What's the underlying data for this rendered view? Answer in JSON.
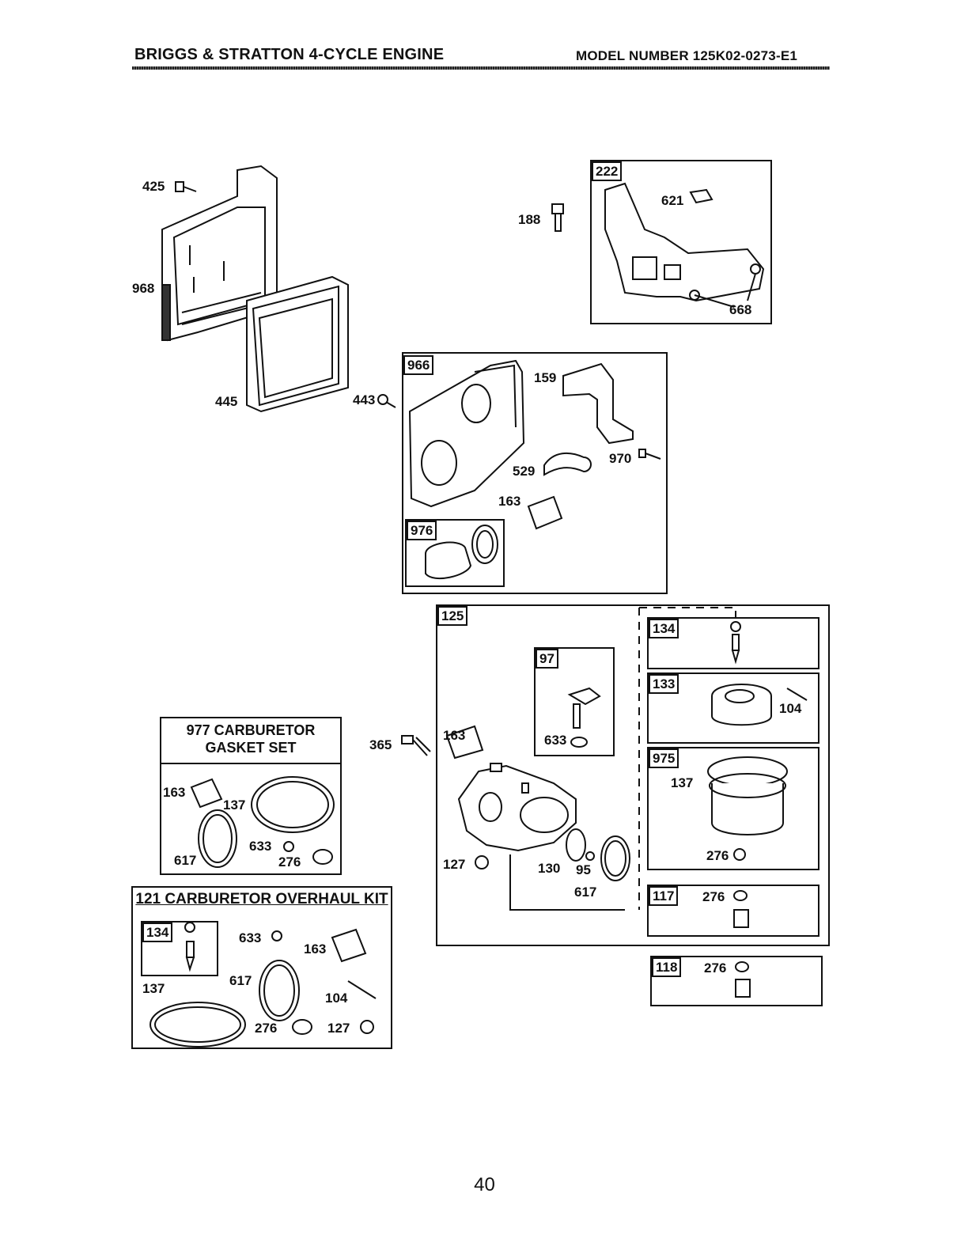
{
  "header": {
    "title": "BRIGGS & STRATTON 4-CYCLE ENGINE",
    "model": "MODEL NUMBER 125K02-0273-E1"
  },
  "parts": {
    "p425": "425",
    "p968": "968",
    "p445": "445",
    "p443": "443",
    "p188": "188",
    "p621": "621",
    "p668": "668",
    "p159": "159",
    "p970": "970",
    "p529": "529",
    "p163a": "163",
    "p365": "365",
    "p163b": "163",
    "p633a": "633",
    "p127a": "127",
    "p130": "130",
    "p95": "95",
    "p617a": "617",
    "p104a": "104",
    "p137a": "137",
    "p276a": "276",
    "p276b": "276",
    "p276c": "276",
    "k977_163": "163",
    "k977_137": "137",
    "k977_633": "633",
    "k977_617": "617",
    "k977_276": "276",
    "k121_633": "633",
    "k121_163": "163",
    "k121_137": "137",
    "k121_617": "617",
    "k121_104": "104",
    "k121_276": "276",
    "k121_127": "127"
  },
  "tags": {
    "t222": "222",
    "t966": "966",
    "t976": "976",
    "t125": "125",
    "t97": "97",
    "t134a": "134",
    "t133": "133",
    "t975": "975",
    "t117": "117",
    "t118": "118",
    "t134b": "134"
  },
  "kits": {
    "k977_line1": "977 CARBURETOR",
    "k977_line2": "GASKET SET",
    "k121": "121 CARBURETOR OVERHAUL KIT"
  },
  "page_number": "40"
}
